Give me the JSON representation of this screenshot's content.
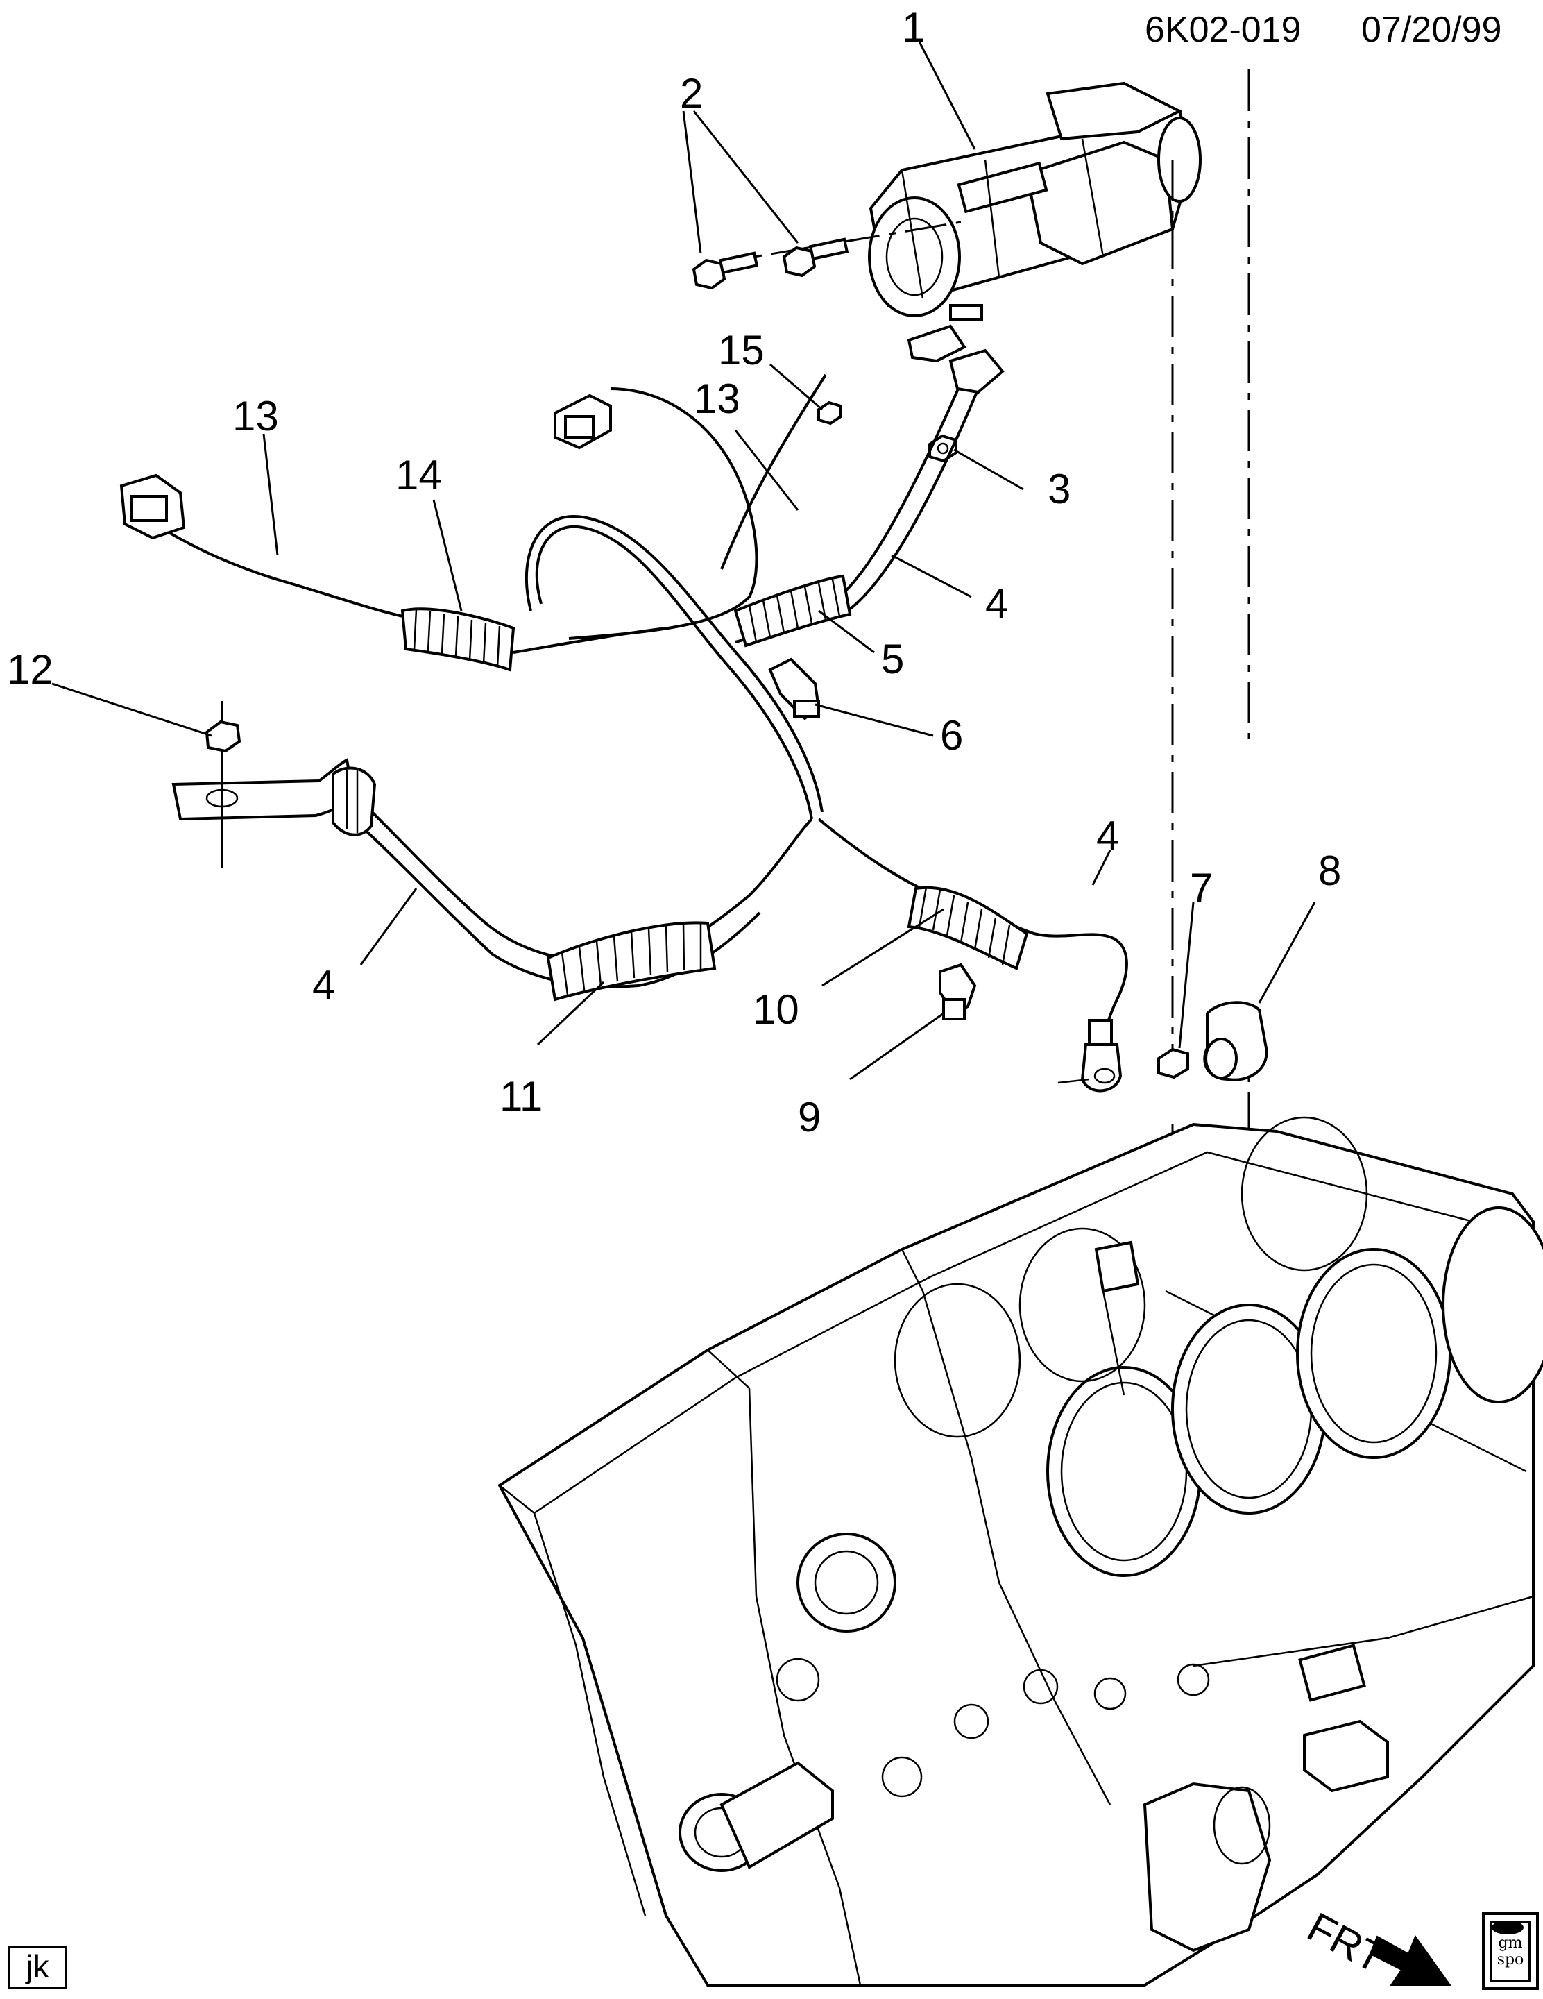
{
  "header": {
    "code": "6K02-019",
    "date": "07/20/99"
  },
  "callouts": {
    "c1": "1",
    "c2": "2",
    "c3": "3",
    "c4a": "4",
    "c4b": "4",
    "c4c": "4",
    "c5": "5",
    "c6": "6",
    "c7": "7",
    "c8": "8",
    "c9": "9",
    "c10": "10",
    "c11": "11",
    "c12": "12",
    "c13a": "13",
    "c13b": "13",
    "c14": "14",
    "c15": "15"
  },
  "direction_label": "FRT",
  "footer_tag": "jk",
  "logo": {
    "line1": "gm",
    "line2": "spo"
  }
}
